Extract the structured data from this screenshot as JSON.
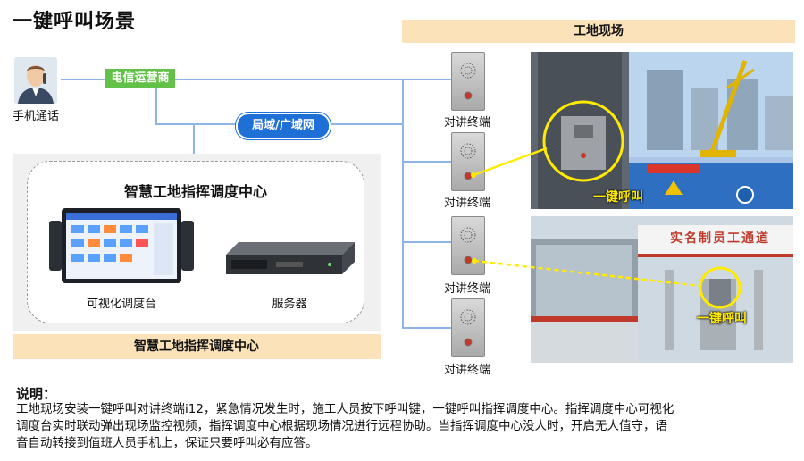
{
  "title": "一键呼叫场景",
  "phone_user": {
    "label": "手机通话"
  },
  "carrier": {
    "label": "电信运营商"
  },
  "network": {
    "label": "局域/广域网"
  },
  "center": {
    "panel_title": "智慧工地指挥调度中心",
    "console_label": "可视化调度台",
    "server_label": "服务器",
    "banner": "智慧工地指挥调度中心"
  },
  "site": {
    "banner": "工地现场"
  },
  "terminals": [
    {
      "label": "对讲终端"
    },
    {
      "label": "对讲终端"
    },
    {
      "label": "对讲终端"
    },
    {
      "label": "对讲终端"
    }
  ],
  "photos": {
    "callout_1": "一键呼叫",
    "callout_2": "一键呼叫",
    "gate_sign": "实名制员工通道"
  },
  "explanation": {
    "heading": "说明：",
    "line1": "工地现场安装一键呼叫对讲终端i12，紧急情况发生时，施工人员按下呼叫键，一键呼叫指挥调度中心。指挥调度中心可视化",
    "line2": "调度台实时联动弹出现场监控视频，指挥调度中心根据现场情况进行远程协助。当指挥调度中心没人时，开启无人值守，语",
    "line3": "音自动转接到值班人员手机上，保证只要呼叫必有应答。"
  },
  "colors": {
    "banner_bg": "#fbe2b8",
    "carrier_green": "#63c14a",
    "network_blue": "#1e6fd6",
    "connector": "#8fb4e6",
    "callout_yellow": "#ffea00"
  }
}
